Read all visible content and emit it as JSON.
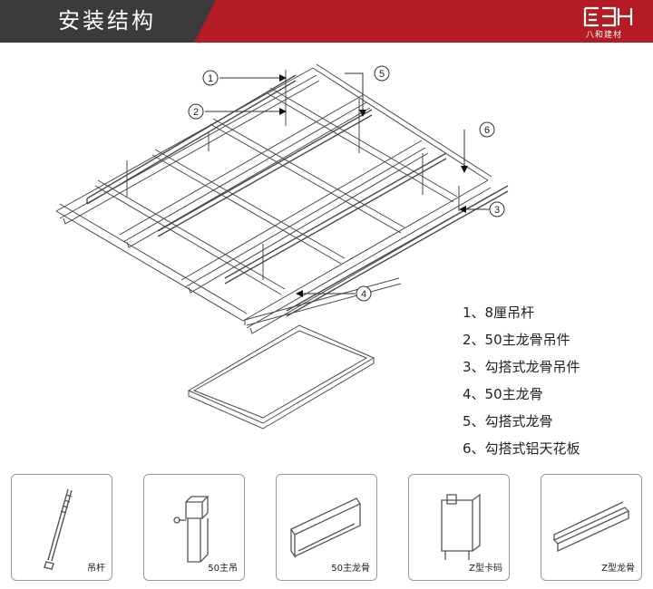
{
  "header": {
    "title": "安装结构",
    "logo_text": "八和建材"
  },
  "callouts": [
    "1",
    "2",
    "3",
    "4",
    "5",
    "6"
  ],
  "legend": [
    "1、8厘吊杆",
    "2、50主龙骨吊件",
    "3、勾搭式龙骨吊件",
    "4、50主龙骨",
    "5、勾搭式龙骨",
    "6、勾搭式铝天花板"
  ],
  "parts": [
    {
      "label": "吊杆"
    },
    {
      "label": "50主吊"
    },
    {
      "label": "50主龙骨"
    },
    {
      "label": "Z型卡码"
    },
    {
      "label": "Z型龙骨"
    }
  ],
  "colors": {
    "header_red": "#b51b24",
    "header_dark": "#3b3b3b",
    "line": "#4a4a4a"
  }
}
